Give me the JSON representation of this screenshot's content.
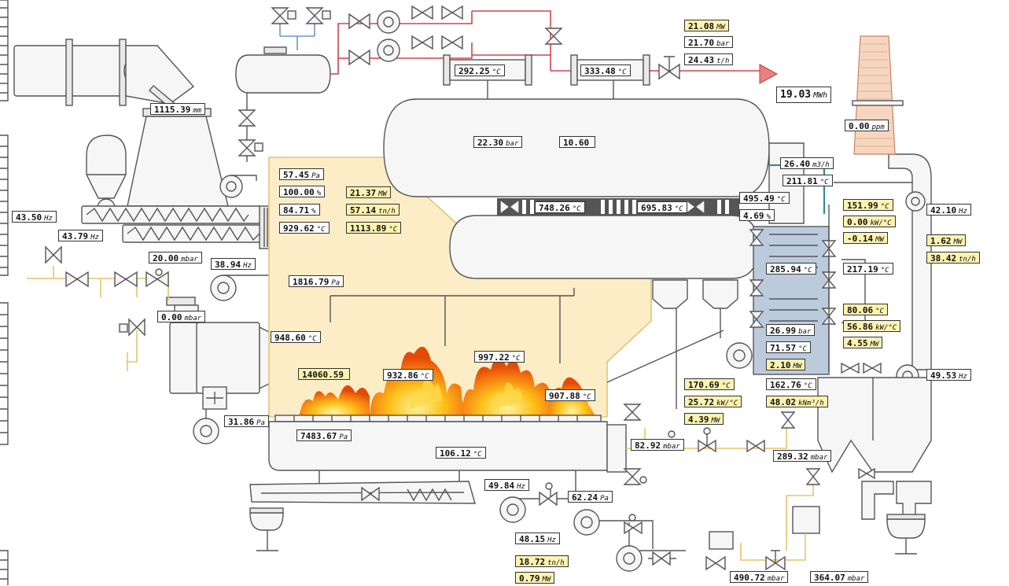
{
  "readings": [
    {
      "v": "1115.39",
      "u": "mm"
    },
    {
      "v": "43.50",
      "u": "Hz"
    },
    {
      "v": "43.79",
      "u": "Hz"
    },
    {
      "v": "20.00",
      "u": "mbar"
    },
    {
      "v": "38.94",
      "u": "Hz"
    },
    {
      "v": "0.00",
      "u": "mbar"
    },
    {
      "v": "31.86",
      "u": "Pa"
    },
    {
      "v": "57.45",
      "u": "Pa"
    },
    {
      "v": "100.00",
      "u": "%"
    },
    {
      "v": "84.71",
      "u": "%"
    },
    {
      "v": "929.62",
      "u": "°C"
    },
    {
      "v": "21.37",
      "u": "MW"
    },
    {
      "v": "57.14",
      "u": "tn/h"
    },
    {
      "v": "1113.89",
      "u": "°C"
    },
    {
      "v": "1816.79",
      "u": "Pa"
    },
    {
      "v": "948.60",
      "u": "°C"
    },
    {
      "v": "14060.59",
      "u": ""
    },
    {
      "v": "932.86",
      "u": "°C"
    },
    {
      "v": "997.22",
      "u": "°C"
    },
    {
      "v": "907.88",
      "u": "°C"
    },
    {
      "v": "7483.67",
      "u": "Pa"
    },
    {
      "v": "106.12",
      "u": "°C"
    },
    {
      "v": "292.25",
      "u": "°C"
    },
    {
      "v": "333.48",
      "u": "°C"
    },
    {
      "v": "21.08",
      "u": "MW"
    },
    {
      "v": "21.70",
      "u": "bar"
    },
    {
      "v": "24.43",
      "u": "t/h"
    },
    {
      "v": "22.30",
      "u": "bar"
    },
    {
      "v": "10.60",
      "u": ""
    },
    {
      "v": "748.26",
      "u": "°C"
    },
    {
      "v": "695.83",
      "u": "°C"
    },
    {
      "v": "19.03",
      "u": "MWh"
    },
    {
      "v": "0.00",
      "u": "ppm"
    },
    {
      "v": "26.40",
      "u": "m3/h"
    },
    {
      "v": "211.81",
      "u": "°C"
    },
    {
      "v": "495.49",
      "u": "°C"
    },
    {
      "v": "4.69",
      "u": "%"
    },
    {
      "v": "151.99",
      "u": "°C"
    },
    {
      "v": "0.00",
      "u": "kW/°C"
    },
    {
      "v": "-0.14",
      "u": "MW"
    },
    {
      "v": "42.10",
      "u": "Hz"
    },
    {
      "v": "1.62",
      "u": "MW"
    },
    {
      "v": "38.42",
      "u": "tn/h"
    },
    {
      "v": "285.94",
      "u": "°C"
    },
    {
      "v": "217.19",
      "u": "°C"
    },
    {
      "v": "80.06",
      "u": "°C"
    },
    {
      "v": "56.86",
      "u": "kW/°C"
    },
    {
      "v": "4.55",
      "u": "MW"
    },
    {
      "v": "26.99",
      "u": "bar"
    },
    {
      "v": "71.57",
      "u": "°C"
    },
    {
      "v": "2.10",
      "u": "MW"
    },
    {
      "v": "49.53",
      "u": "Hz"
    },
    {
      "v": "170.69",
      "u": "°C"
    },
    {
      "v": "25.72",
      "u": "kW/°C"
    },
    {
      "v": "4.39",
      "u": "MW"
    },
    {
      "v": "162.76",
      "u": "°C"
    },
    {
      "v": "48.02",
      "u": "kNm³/h"
    },
    {
      "v": "82.92",
      "u": "mbar"
    },
    {
      "v": "289.32",
      "u": "mbar"
    },
    {
      "v": "49.84",
      "u": "Hz"
    },
    {
      "v": "62.24",
      "u": "Pa"
    },
    {
      "v": "48.15",
      "u": "Hz"
    },
    {
      "v": "18.72",
      "u": "tn/h"
    },
    {
      "v": "0.79",
      "u": "MW"
    },
    {
      "v": "490.72",
      "u": "mbar"
    },
    {
      "v": "364.07",
      "u": "mbar"
    }
  ],
  "colors": {
    "furnace_fill": "#fdedc6",
    "furnace_stroke": "#e2c47a",
    "highlight_label": "#fdf3b0",
    "steam_line": "#d0454a",
    "water_line": "#e8c46a",
    "air_line": "#6f95c8",
    "flue_line": "#2a8a92",
    "economizer": "#bccbdc",
    "stack": "#f7d6c0"
  }
}
